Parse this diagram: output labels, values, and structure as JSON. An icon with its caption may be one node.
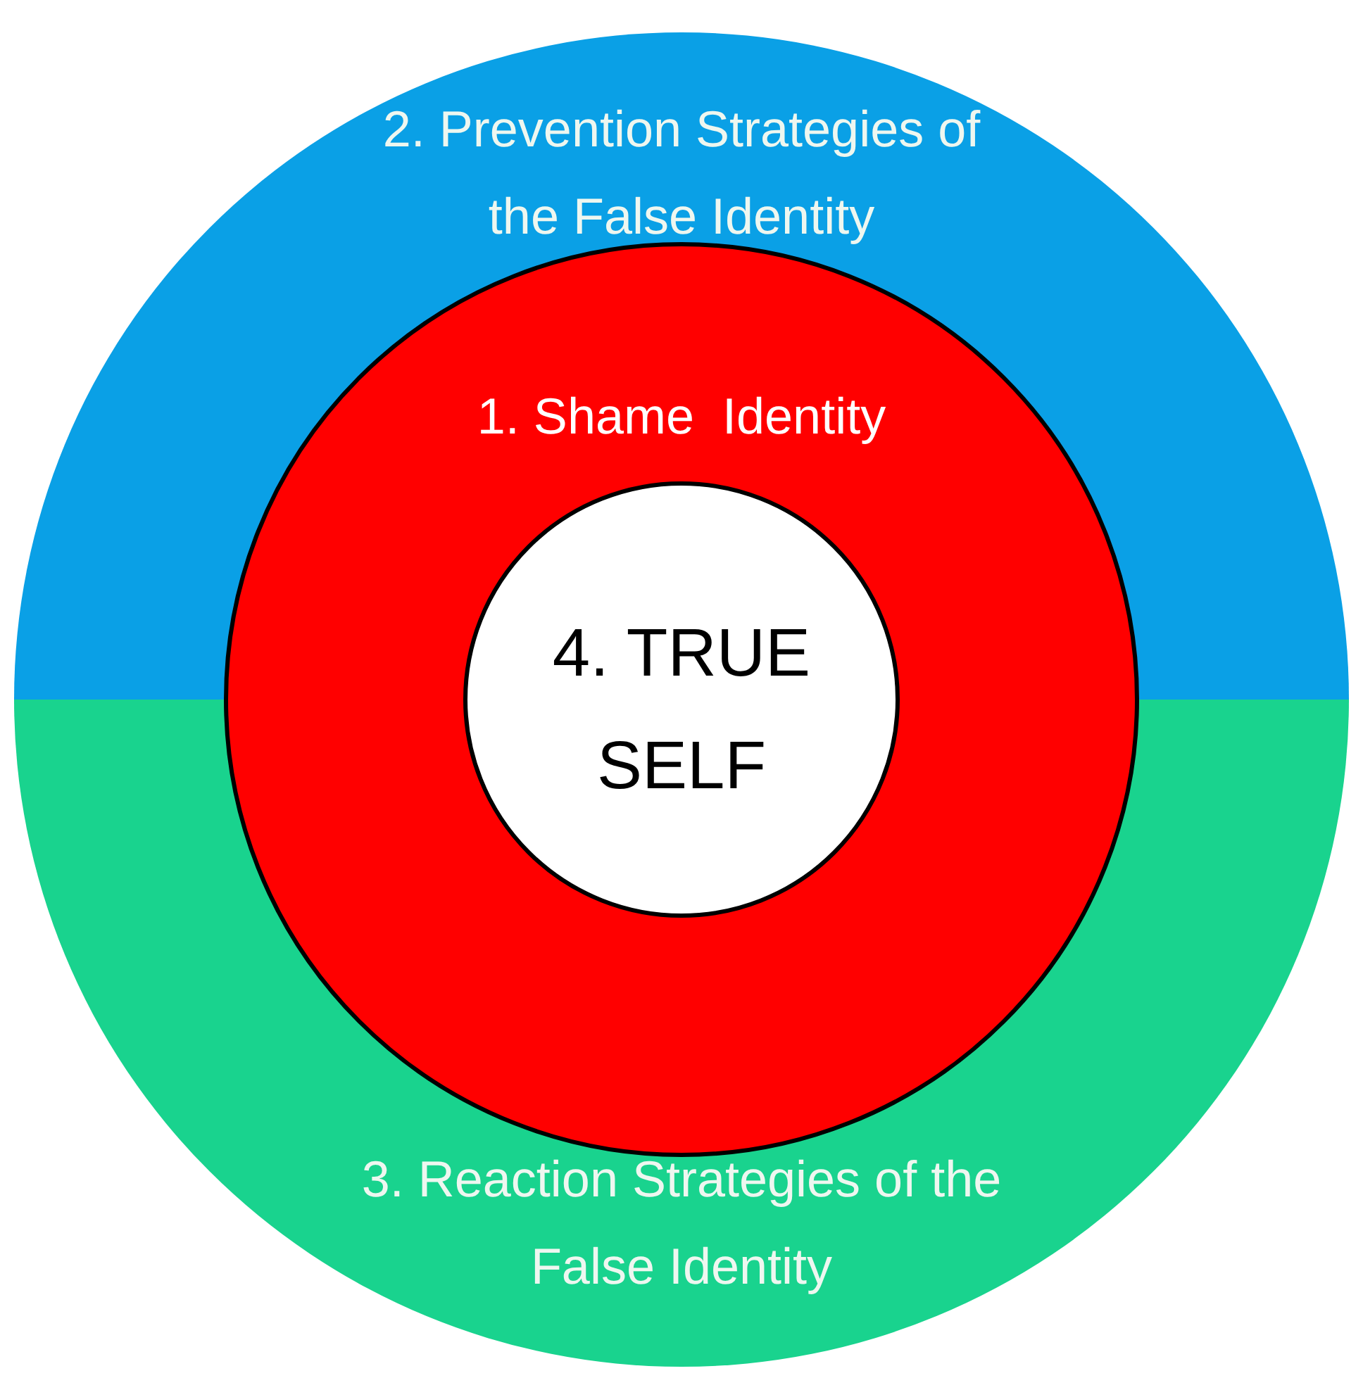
{
  "diagram": {
    "nodes": [
      {
        "text": [
          "2. Prevention Strategies of the False Identity"
        ]
      },
      {
        "text": [
          "1. Shame  Identity"
        ]
      },
      {
        "text": [
          "4. TRUE SELF"
        ],
        "in": 1
      },
      {
        "text": [
          "3. Reaction Strategies of the False Identity"
        ]
      }
    ]
  }
}
